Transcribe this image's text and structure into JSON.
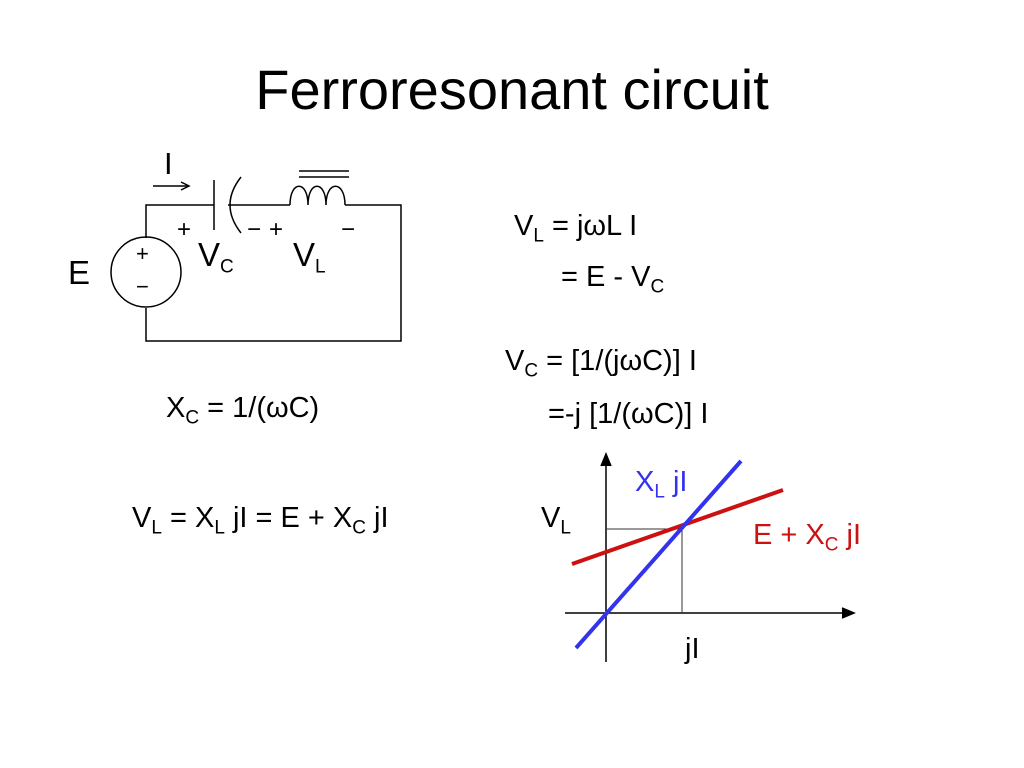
{
  "slide": {
    "title": "Ferroresonant circuit"
  },
  "circuit": {
    "current_label": "I",
    "source_label": "E",
    "plus": "+",
    "minus": "−",
    "vc_main": "V",
    "vc_sub": "C",
    "vl_main": "V",
    "vl_sub": "L"
  },
  "equations": {
    "xc": {
      "main": "X",
      "sub": "C",
      "rest": " = 1/(ωC)"
    },
    "vl_line1": {
      "main": "V",
      "sub": "L",
      "rest": " = jωL I"
    },
    "vl_line2": {
      "main": "= E - V",
      "sub": "C"
    },
    "vc_line1": {
      "main": "V",
      "sub": "C",
      "rest": " = [1/(jωC)] I"
    },
    "vc_line2": {
      "main": "=-j [1/(ωC)] I"
    },
    "balance": {
      "p1": "V",
      "s1": "L",
      "p2": " = X",
      "s2": "L",
      "p3": " jI = E + X",
      "s3": "C",
      "p4": " jI"
    }
  },
  "graph": {
    "y_label_main": "V",
    "y_label_sub": "L",
    "x_label": "jI",
    "blue_label": {
      "main": "X",
      "sub": "L",
      "rest": " jI"
    },
    "red_label": {
      "main": "E + X",
      "sub": "C",
      "rest": " jI"
    },
    "colors": {
      "blue": "#3333ee",
      "red": "#cc1111",
      "axes": "#000000",
      "guide": "#333333"
    }
  }
}
